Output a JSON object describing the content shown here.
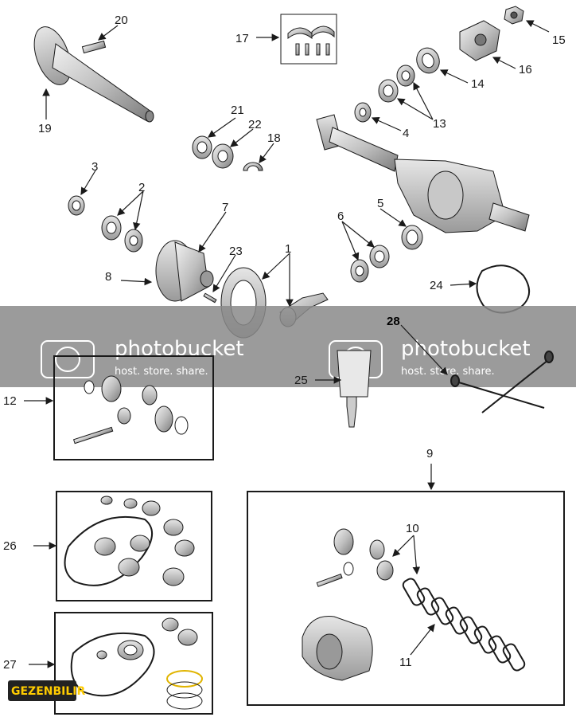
{
  "callouts": {
    "c1": "1",
    "c2": "2",
    "c3": "3",
    "c4": "4",
    "c5": "5",
    "c6": "6",
    "c7": "7",
    "c8": "8",
    "c9": "9",
    "c10": "10",
    "c11": "11",
    "c12": "12",
    "c13": "13",
    "c14": "14",
    "c15": "15",
    "c16": "16",
    "c17": "17",
    "c18": "18",
    "c19": "19",
    "c20": "20",
    "c21": "21",
    "c22": "22",
    "c23": "23",
    "c24": "24",
    "c25": "25",
    "c26": "26",
    "c27": "27",
    "c28": "28"
  },
  "watermark": {
    "brand": "photobucket",
    "tagline": "host. store. share."
  },
  "logo": {
    "text": "GEZENBILIR"
  },
  "colors": {
    "line": "#1a1a1a",
    "part_fill": "#d9d9d9",
    "part_dark": "#8c8c8c",
    "watermark_band": "#8a8a8a",
    "logo_yellow": "#ffcc00"
  }
}
